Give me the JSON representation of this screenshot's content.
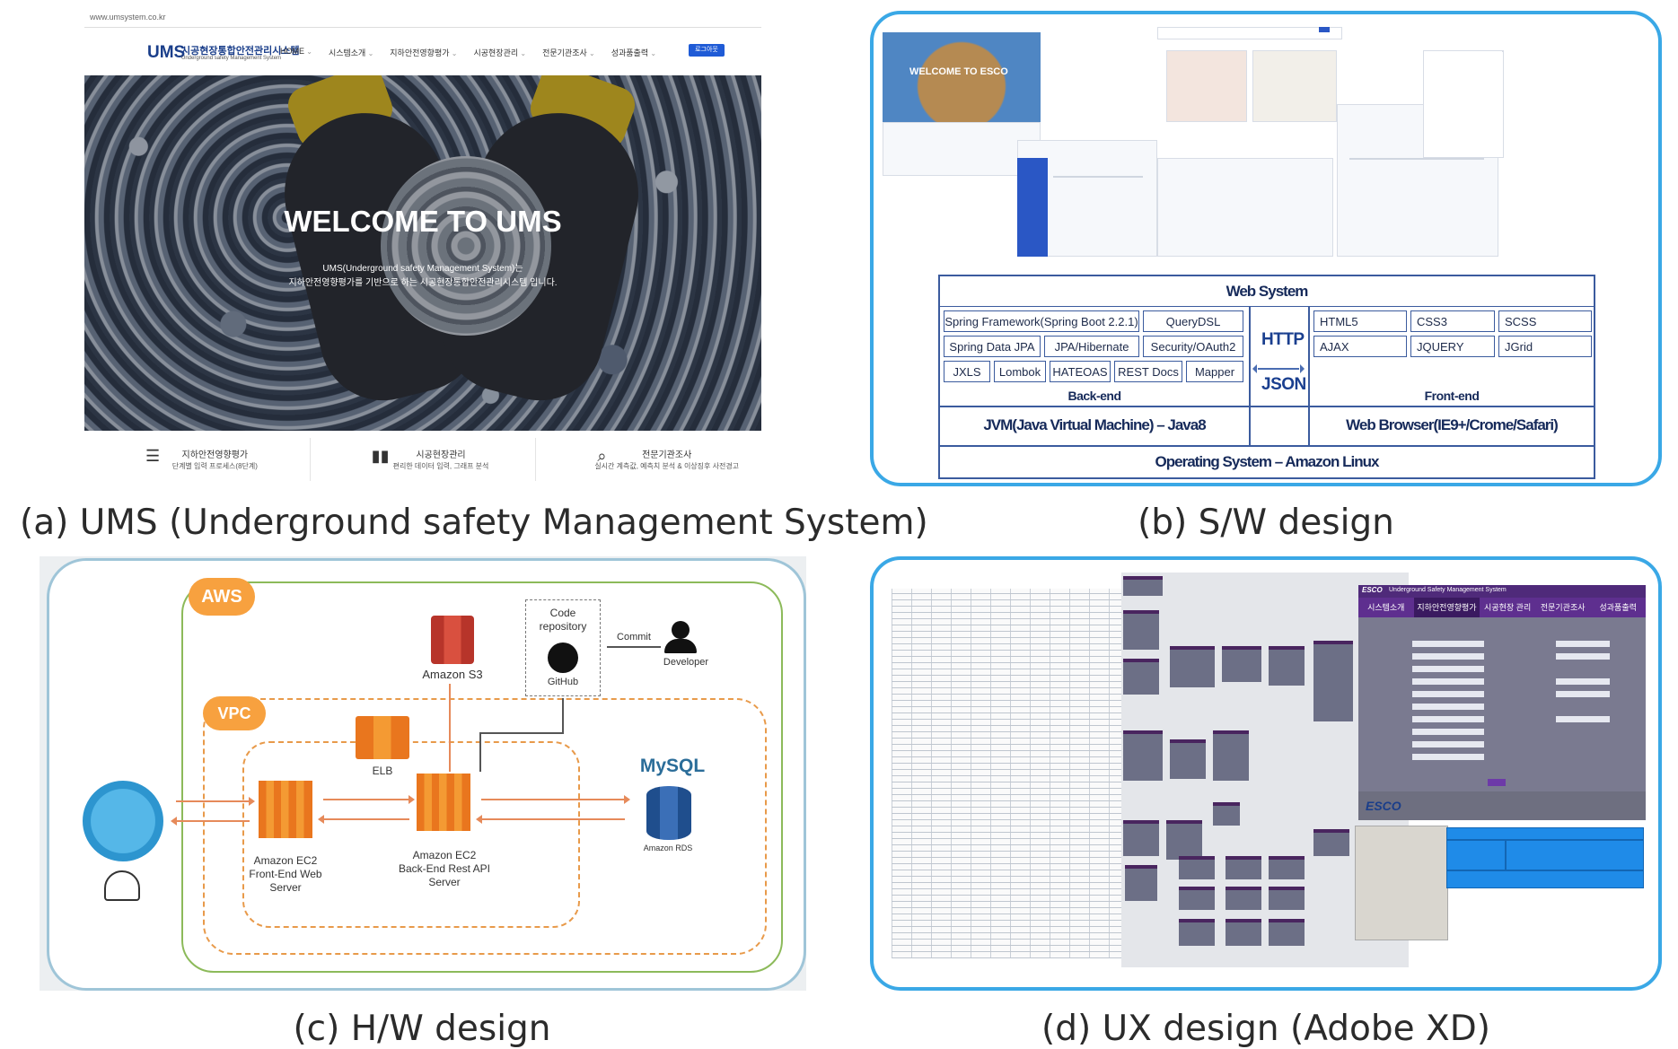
{
  "captions": {
    "a": "(a) UMS (Underground safety Management System)",
    "b": "(b) S/W design",
    "c": "(c) H/W design",
    "d": "(d) UX design (Adobe XD)"
  },
  "ums": {
    "url": "www.umsystem.co.kr",
    "logo": {
      "mark": "UMS",
      "title_ko": "시공현장통합안전관리시스템",
      "title_en": "Underground safety Management System"
    },
    "nav": [
      "HOME",
      "시스템소개",
      "지하안전영향평가",
      "시공현장관리",
      "전문기관조사",
      "성과품출력"
    ],
    "logout_label": "로그아웃",
    "hero": {
      "title": "WELCOME TO UMS",
      "line1": "UMS(Underground safety Management System)는",
      "line2": "지하안전영향평가를 기반으로 하는 시공현장통합안전관리시스템 입니다."
    },
    "features": [
      {
        "icon": "list-icon",
        "title": "지하안전영향평가",
        "sub": "단계별 입력 프로세스(8단계)"
      },
      {
        "icon": "bar-chart-icon",
        "title": "시공현장관리",
        "sub": "편리한 데이터 입력, 그래프 분석"
      },
      {
        "icon": "search-icon",
        "title": "전문기관조사",
        "sub": "실시간 계측값, 예측치 분석 & 이상징후 사전경고"
      }
    ]
  },
  "sw": {
    "welcome": "WELCOME TO ESCO",
    "web_system": "Web System",
    "backend_items": [
      "Spring Framework(Spring Boot 2.2.1)",
      "QueryDSL",
      "Spring Data JPA",
      "JPA/Hibernate",
      "Security/OAuth2",
      "JXLS",
      "Lombok",
      "HATEOAS",
      "REST Docs",
      "Mapper"
    ],
    "backend_label": "Back-end",
    "http": "HTTP",
    "json": "JSON",
    "frontend_items": [
      "HTML5",
      "CSS3",
      "SCSS",
      "AJAX",
      "JQUERY",
      "JGrid"
    ],
    "frontend_label": "Front-end",
    "jvm": "JVM(Java Virtual Machine) – Java8",
    "browser": "Web Browser(IE9+/Crome/Safari)",
    "os": "Operating System – Amazon Linux"
  },
  "hw": {
    "aws": "AWS",
    "vpc": "VPC",
    "s3": "Amazon S3",
    "code_repo": "Code repository",
    "github": "GitHub",
    "commit": "Commit",
    "developer": "Developer",
    "elb": "ELB",
    "mysql": "MySQL",
    "rds": "Amazon RDS",
    "ec2_front": [
      "Amazon EC2",
      "Front-End Web",
      "Server"
    ],
    "ec2_back": [
      "Amazon EC2",
      "Back-End Rest API",
      "Server"
    ]
  },
  "ux": {
    "app_title": "Underground Safety Management System",
    "tabs": [
      "시스템소개",
      "지하안전영향평가",
      "시공현장 관리",
      "전문기관조사",
      "성과품출력"
    ],
    "brand": "ESCO"
  }
}
